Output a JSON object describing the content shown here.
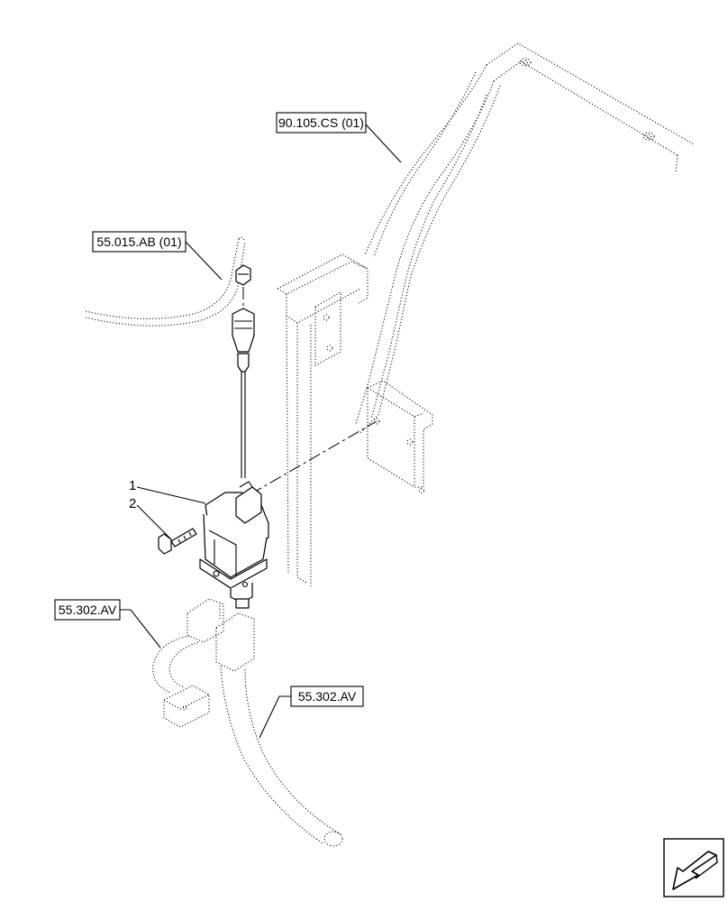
{
  "references": [
    {
      "id": "ref-90-105-cs",
      "text": "90.105.CS (01)"
    },
    {
      "id": "ref-55-015-ab",
      "text": "55.015.AB (01)"
    },
    {
      "id": "ref-55-302-av-left",
      "text": "55.302.AV"
    },
    {
      "id": "ref-55-302-av-right",
      "text": "55.302.AV"
    }
  ],
  "callouts": [
    {
      "id": "callout-1",
      "text": "1"
    },
    {
      "id": "callout-2",
      "text": "2"
    }
  ],
  "nav_icon": "arrow-down-left-icon"
}
